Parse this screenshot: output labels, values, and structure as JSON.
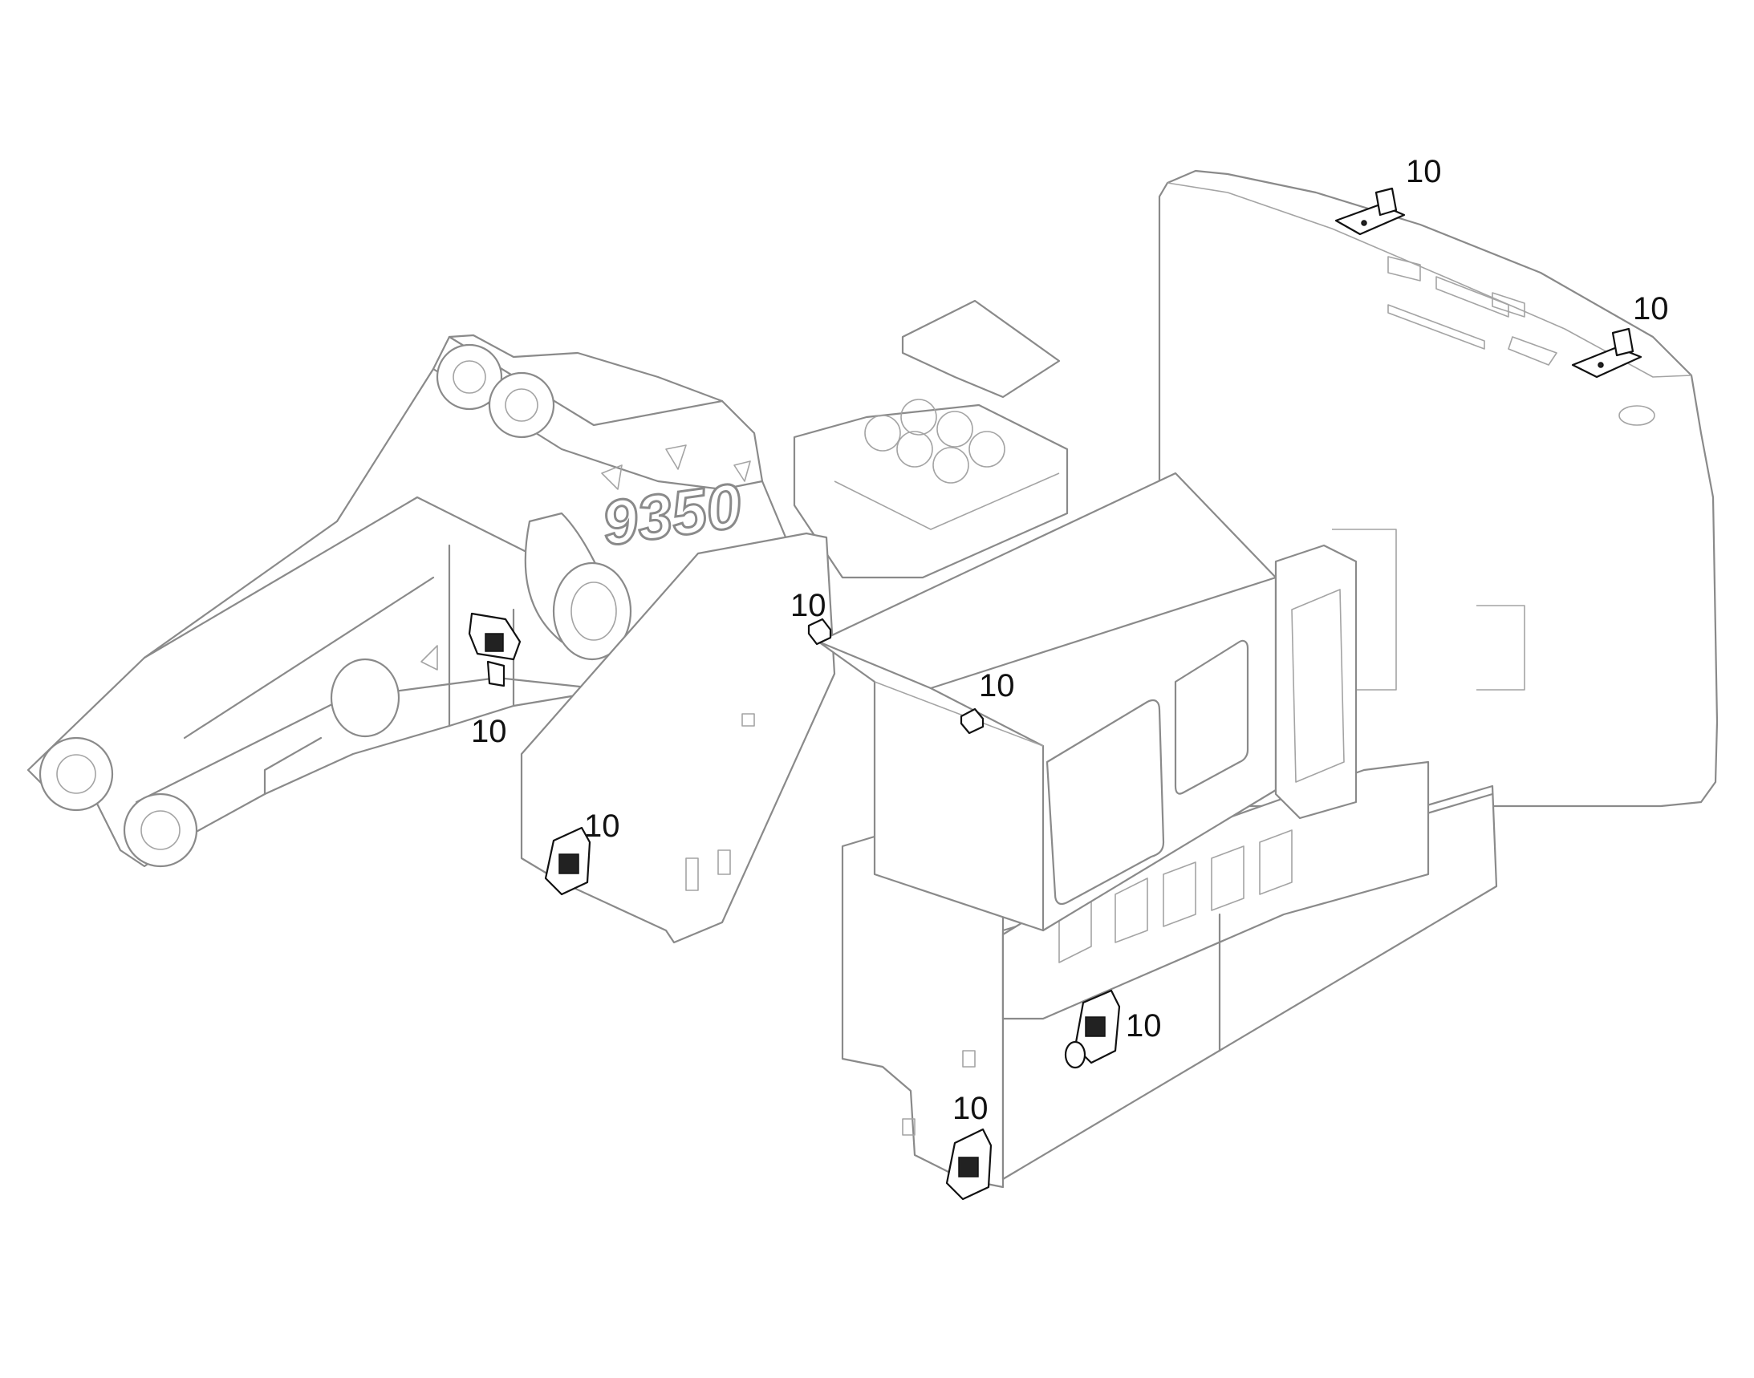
{
  "diagram": {
    "model_marking": "9350",
    "callouts": [
      {
        "id": "mount-top-left",
        "label": "10"
      },
      {
        "id": "mount-top-right",
        "label": "10"
      },
      {
        "id": "mount-cab-left",
        "label": "10"
      },
      {
        "id": "mount-cab-front",
        "label": "10"
      },
      {
        "id": "mount-boom",
        "label": "10"
      },
      {
        "id": "mount-lower-left",
        "label": "10"
      },
      {
        "id": "mount-base-side",
        "label": "10"
      },
      {
        "id": "mount-base-corner",
        "label": "10"
      }
    ]
  }
}
